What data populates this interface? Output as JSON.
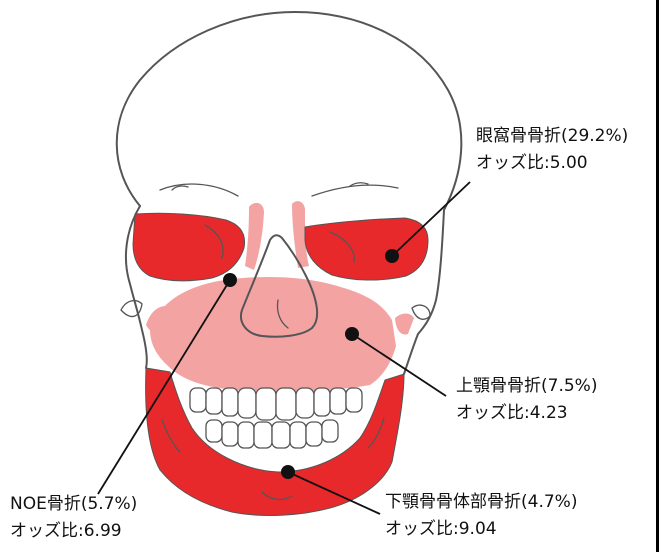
{
  "colors": {
    "fracture_dark": "#e8292c",
    "fracture_light": "#f4a3a3",
    "outline": "#555555",
    "pointer": "#111111",
    "marker": "#111111"
  },
  "annotations": [
    {
      "id": "orbital",
      "name": "眼窩骨骨折(29.2%)",
      "odds": "オッズ比:5.00"
    },
    {
      "id": "maxilla",
      "name": "上顎骨骨折(7.5%)",
      "odds": "オッズ比:4.23"
    },
    {
      "id": "noe",
      "name": "NOE骨折(5.7%)",
      "odds": "オッズ比:6.99"
    },
    {
      "id": "mandible",
      "name": "下顎骨骨体部骨折(4.7%)",
      "odds": "オッズ比:9.04"
    }
  ]
}
